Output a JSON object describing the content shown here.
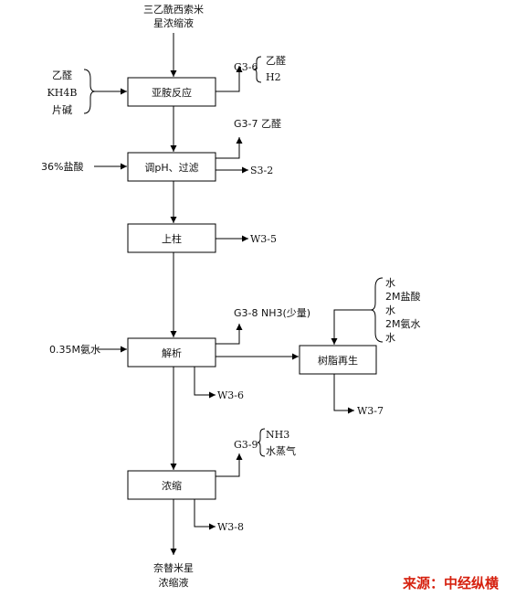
{
  "colors": {
    "source_label": "#d6210f",
    "line": "#000000"
  },
  "top_input": [
    "三乙酰西索米",
    "星浓缩液"
  ],
  "left_inputs": {
    "reaction": [
      "乙醛",
      "KH4B",
      "片碱"
    ],
    "adjust": "36%盐酸",
    "elution": "0.35M氨水"
  },
  "steps": {
    "reaction": "亚胺反应",
    "adjust": "调pH、过滤",
    "column": "上柱",
    "elution": "解析",
    "concentrate": "浓缩",
    "resin": "树脂再生"
  },
  "emissions": {
    "g3_6": {
      "label": "G3-6",
      "items": [
        "乙醛",
        "H2"
      ]
    },
    "g3_7": "G3-7 乙醛",
    "s3_2": "S3-2",
    "w3_5": "W3-5",
    "g3_8": "G3-8 NH3(少量)",
    "w3_6": "W3-6",
    "g3_9": {
      "label": "G3-9",
      "items": [
        "NH3",
        "水蒸气"
      ]
    },
    "w3_8": "W3-8",
    "w3_7": "W3-7"
  },
  "resin_inputs": [
    "水",
    "2M盐酸",
    "水",
    "2M氨水",
    "水"
  ],
  "product": [
    "奈替米星",
    "浓缩液"
  ],
  "source_label": "来源：中经纵横"
}
